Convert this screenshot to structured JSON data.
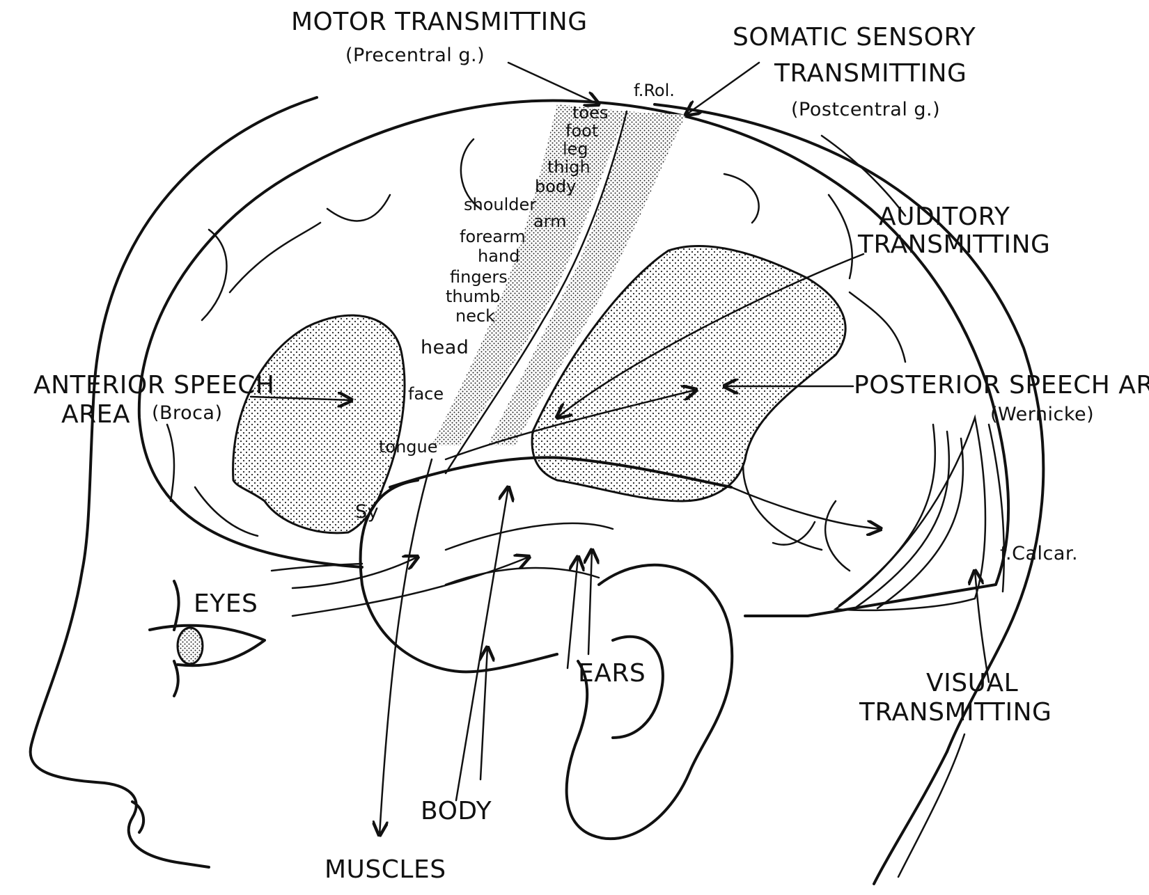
{
  "labels": {
    "motor": "MOTOR TRANSMITTING",
    "motor_sub": "(Precentral g.)",
    "f_rol": "f.Rol.",
    "somatic_1": "SOMATIC SENSORY",
    "somatic_2": "TRANSMITTING",
    "somatic_sub": "(Postcentral g.)",
    "auditory_1": "AUDITORY",
    "auditory_2": "TRANSMITTING",
    "anterior_1": "ANTERIOR SPEECH",
    "anterior_2": "AREA",
    "broca": "(Broca)",
    "posterior": "POSTERIOR SPEECH AREA",
    "wernicke": "(Wernicke)",
    "f_calcar": "f.Calcar.",
    "eyes": "EYES",
    "ears": "EARS",
    "visual_1": "VISUAL",
    "visual_2": "TRANSMITTING",
    "body": "BODY",
    "muscles": "MUSCLES",
    "sy": "Sy",
    "motor_map": [
      "toes",
      "foot",
      "leg",
      "thigh",
      "body",
      "shoulder",
      "arm",
      "forearm",
      "hand",
      "fingers",
      "thumb",
      "neck",
      "head",
      "face",
      "tongue"
    ]
  }
}
